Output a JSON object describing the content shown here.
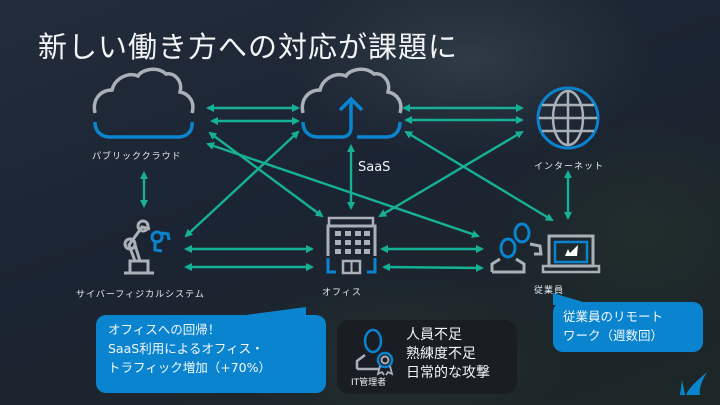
{
  "title": "新しい働き方への対応が課題に",
  "nodes": {
    "public_cloud": "パブリッククラウド",
    "saas": "SaaS",
    "internet": "インターネット",
    "cps": "サイバーフィジカルシステム",
    "office": "オフィス",
    "employee": "従業員"
  },
  "callouts": {
    "office_return": [
      "オフィスへの回帰！",
      "SaaS利用によるオフィス・",
      "トラフィック増加（+70%）"
    ],
    "it_admin_label": "IT管理者",
    "it_issues": [
      "人員不足",
      "熟練度不足",
      "日常的な攻撃"
    ],
    "remote_work": [
      "従業員のリモート",
      "ワーク（週数回）"
    ]
  },
  "colors": {
    "arrow": "#16b096",
    "accent_blue": "#0b84cf",
    "icon_gray": "#a9b0b8"
  }
}
